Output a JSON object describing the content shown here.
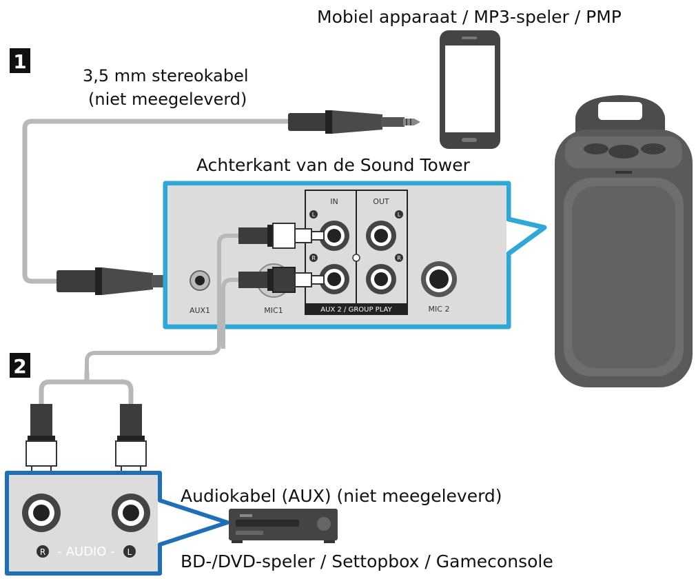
{
  "labels": {
    "device_top": "Mobiel apparaat / MP3-speler / PMP",
    "cable_35": "3,5 mm stereokabel",
    "cable_35_note": "(niet meegeleverd)",
    "rear_panel": "Achterkant van de Sound Tower",
    "cable_aux": "Audiokabel (AUX) (niet meegeleverd)",
    "device_bottom": "BD-/DVD-speler / Settopbox / Gameconsole"
  },
  "steps": {
    "one": "1",
    "two": "2"
  },
  "panel": {
    "aux1": "AUX1",
    "mic1": "MIC1",
    "mic2": "MIC 2",
    "in": "IN",
    "out": "OUT",
    "group": "AUX 2 / GROUP PLAY",
    "l": "L",
    "r": "R"
  },
  "source_panel": {
    "r": "R",
    "audio": "- AUDIO -",
    "l": "L"
  },
  "colors": {
    "accent": "#2fa8d8",
    "panel": "#dcdcdc",
    "cable": "#b8b8b8",
    "plug_dark": "#3c3c3c",
    "speaker": "#5a5a5a"
  }
}
